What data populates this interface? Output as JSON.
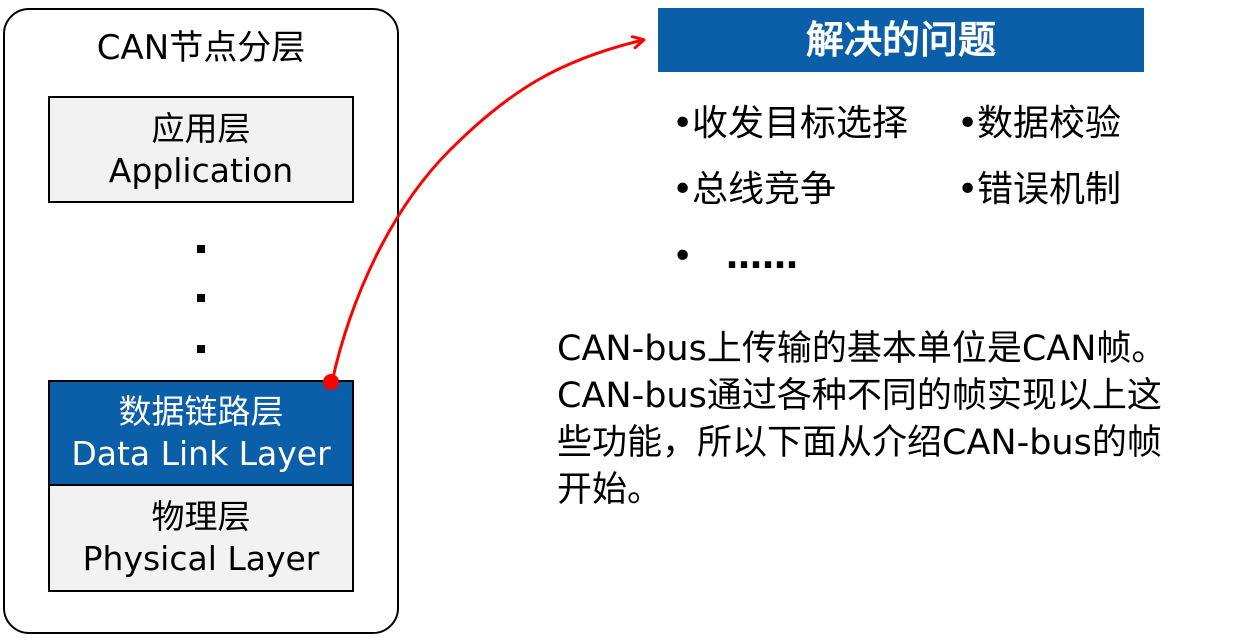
{
  "diagram": {
    "stack_title": "CAN节点分层",
    "layers": [
      {
        "name_cn": "应用层",
        "name_en": "Application"
      },
      {
        "name_cn": "数据链路层",
        "name_en": "Data Link Layer"
      },
      {
        "name_cn": "物理层",
        "name_en": "Physical Layer"
      }
    ],
    "ellipsis_dots": [
      "·",
      "·",
      "·"
    ],
    "colors": {
      "highlight_fill": "#0b5ea8",
      "layer_fill": "#f2f2f2",
      "arrow": "#ff0000"
    }
  },
  "problems": {
    "header": "解决的问题",
    "bullet": "•",
    "items": [
      "收发目标选择",
      "数据校验",
      "总线竞争",
      "错误机制"
    ],
    "ellipsis": "……"
  },
  "description": {
    "lines": [
      "CAN-bus上传输的基本单位是CAN帧。",
      "CAN-bus通过各种不同的帧实现以上这",
      "些功能，所以下面从介绍CAN-bus的帧",
      "开始。"
    ]
  }
}
